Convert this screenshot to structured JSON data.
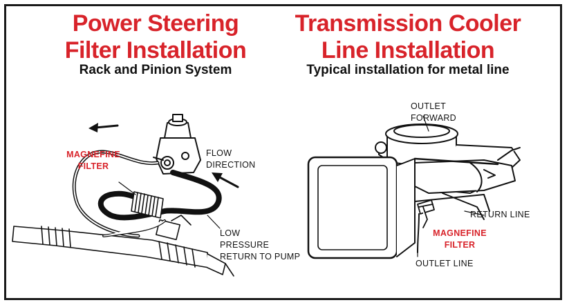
{
  "left_panel": {
    "title_line1": "Power Steering",
    "title_line2": "Filter Installation",
    "subtitle": "Rack and Pinion System",
    "labels": {
      "magnefine_line1": "MAGNEFINE",
      "magnefine_line2": "FILTER",
      "flow_line1": "FLOW",
      "flow_line2": "DIRECTION",
      "low_line1": "LOW",
      "low_line2": "PRESSURE",
      "low_line3": "RETURN TO PUMP"
    }
  },
  "right_panel": {
    "title_line1": "Transmission Cooler",
    "title_line2": "Line Installation",
    "subtitle": "Typical installation for metal line",
    "labels": {
      "outlet_forward_line1": "OUTLET",
      "outlet_forward_line2": "FORWARD",
      "return_line": "RETURN LINE",
      "magnefine_line1": "MAGNEFINE",
      "magnefine_line2": "FILTER",
      "outlet_line": "OUTLET LINE"
    }
  },
  "colors": {
    "accent_red": "#d8232a",
    "ink": "#111111"
  }
}
